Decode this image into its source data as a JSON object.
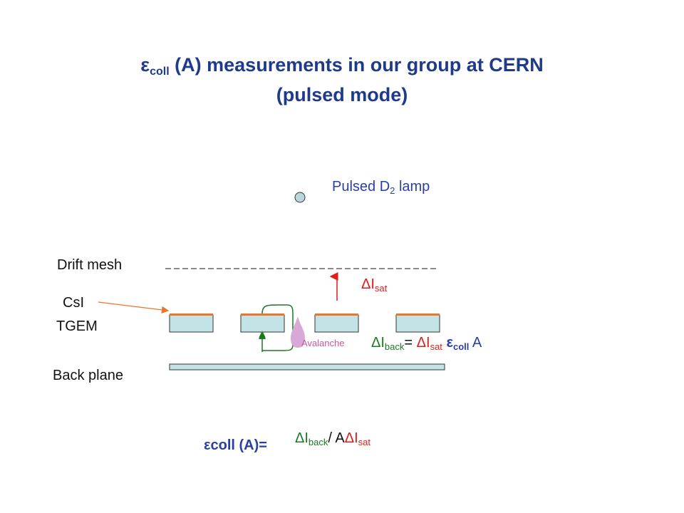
{
  "title": {
    "symbol": "ε",
    "symbol_sub": "coll",
    "line1_rest": " (A) measurements in our group at CERN",
    "line2": "(pulsed mode)"
  },
  "lamp": {
    "text": "Pulsed D",
    "sub": "2",
    "suffix": " lamp"
  },
  "labels": {
    "drift_mesh": "Drift mesh",
    "csi": "CsI",
    "tgem": "TGEM",
    "back_plane": "Back plane",
    "avalanche": "Avalanche"
  },
  "dI_sat": {
    "main": "ΔI",
    "sub": "sat"
  },
  "equation": {
    "lhs": "ΔI",
    "lhs_sub": "back",
    "eq": "= ",
    "rhs": "ΔI",
    "rhs_sub": "sat",
    "eps": " ε",
    "eps_sub": "coll",
    "a": " A"
  },
  "formula": {
    "lhs": "εcoll (A)=",
    "num": "ΔI",
    "num_sub": "back",
    "slash": "/ A",
    "den": "ΔI",
    "den_sub": "sat"
  },
  "colors": {
    "title": "#1f3a8a",
    "plate_fill": "#c2e4e6",
    "csi_layer": "#e8762c",
    "arrow_red": "#e01b1b",
    "arrow_green": "#1a7a22",
    "avalanche": "#d9a8d6"
  }
}
